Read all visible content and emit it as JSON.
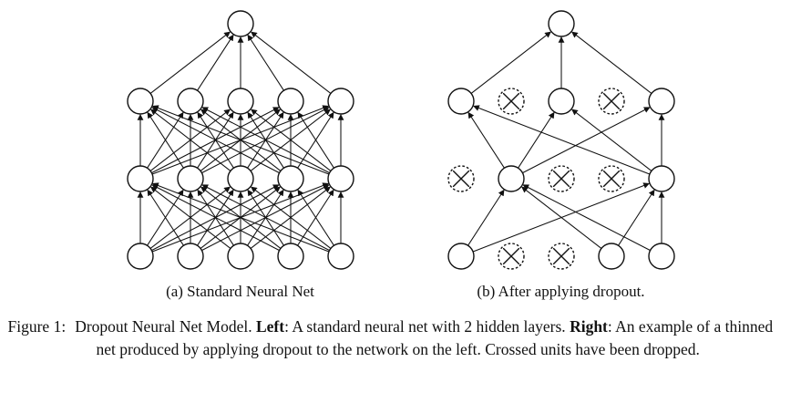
{
  "figure": {
    "panels": [
      {
        "id": "standard",
        "subcaption": "(a) Standard Neural Net",
        "layers": [
          5,
          5,
          5,
          1
        ],
        "dropped": [
          [],
          [],
          [],
          []
        ]
      },
      {
        "id": "dropout",
        "subcaption": "(b) After applying dropout.",
        "layers": [
          5,
          5,
          5,
          1
        ],
        "dropped": [
          [
            1,
            2
          ],
          [
            0,
            2,
            3
          ],
          [
            1,
            3
          ],
          []
        ]
      }
    ],
    "caption": {
      "label": "Figure 1:",
      "parts": [
        {
          "text": "Dropout Neural Net Model.  ",
          "bold": false
        },
        {
          "text": "Left",
          "bold": true
        },
        {
          "text": ": A standard neural net with 2 hidden layers.  ",
          "bold": false
        },
        {
          "text": "Right",
          "bold": true
        },
        {
          "text": ": An example of a thinned net produced by applying dropout to the network on the left. Crossed units have been dropped.",
          "bold": false
        }
      ]
    },
    "style": {
      "ink_color": "#111111",
      "background_color": "#ffffff"
    }
  }
}
